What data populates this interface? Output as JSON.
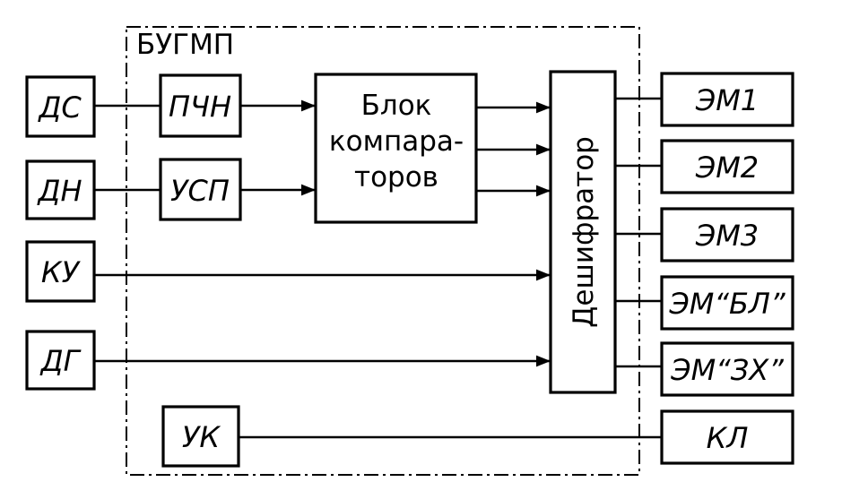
{
  "diagram": {
    "group_label": "БУГМП",
    "sensors": {
      "ds": "ДС",
      "dn": "ДН",
      "ku": "КУ",
      "dg": "ДГ"
    },
    "converters": {
      "pchn": "ПЧН",
      "usp": "УСП",
      "uk": "УК"
    },
    "comparator": [
      "Блок",
      "компара-",
      "торов"
    ],
    "decoder": "Дешифратор",
    "outputs": {
      "em1": "ЭМ1",
      "em2": "ЭМ2",
      "em3": "ЭМ3",
      "em_bl": "ЭМ“БЛ”",
      "em_zx": "ЭМ“ЗХ”",
      "kl": "КЛ"
    }
  }
}
